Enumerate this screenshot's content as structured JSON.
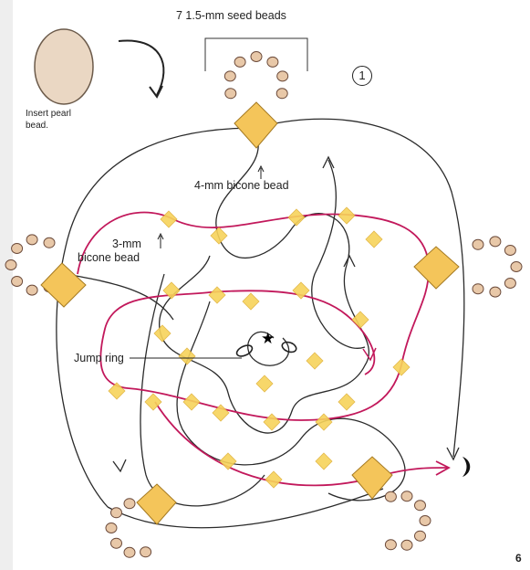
{
  "figure": {
    "step_number": "1",
    "page_number": "6",
    "labels": {
      "seed_beads": "7 1.5-mm seed beads",
      "pearl_line1": "Insert pearl",
      "pearl_line2": "bead.",
      "bicone_4mm": "4-mm bicone bead",
      "bicone_3mm_line1": "3-mm",
      "bicone_3mm_line2": "bicone bead",
      "jump_ring": "Jump ring"
    },
    "colors": {
      "black_thread": "#2b2b2b",
      "magenta_thread": "#c2185b",
      "bead_fill": "#f7d35a",
      "bicone_fill": "#f4c55a",
      "pearl_fill": "#ead7c3",
      "seed_bead_fill": "#e8c8a8"
    },
    "icons": [
      "star-icon",
      "circled-step-number",
      "moon-mark-icon"
    ]
  }
}
